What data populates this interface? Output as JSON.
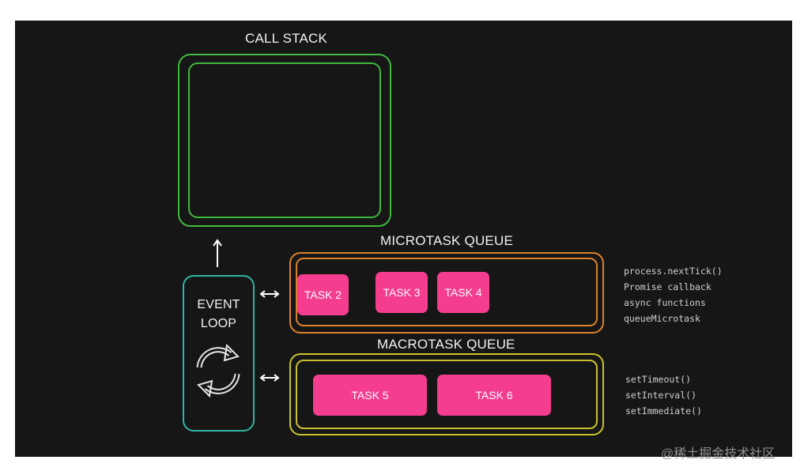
{
  "call_stack": {
    "title": "CALL STACK"
  },
  "event_loop": {
    "line1": "EVENT",
    "line2": "LOOP",
    "icon": "refresh-cycle-icon"
  },
  "microtask_queue": {
    "title": "MICROTASK QUEUE",
    "tasks": [
      "TASK 2",
      "TASK 3",
      "TASK 4"
    ],
    "apis": [
      "process.nextTick()",
      "Promise callback",
      "async functions",
      "queueMicrotask"
    ]
  },
  "macrotask_queue": {
    "title": "MACROTASK QUEUE",
    "tasks": [
      "TASK 5",
      "TASK 6"
    ],
    "apis": [
      "setTimeout()",
      "setInterval()",
      "setImmediate()"
    ]
  },
  "colors": {
    "background": "#161616",
    "call_stack_border": "#3fb93c",
    "event_loop_border": "#2fb5a3",
    "microtask_border": "#d9822b",
    "macrotask_border": "#c9c22e",
    "task_fill": "#f43d8f"
  },
  "watermark": "@稀土掘金技术社区"
}
